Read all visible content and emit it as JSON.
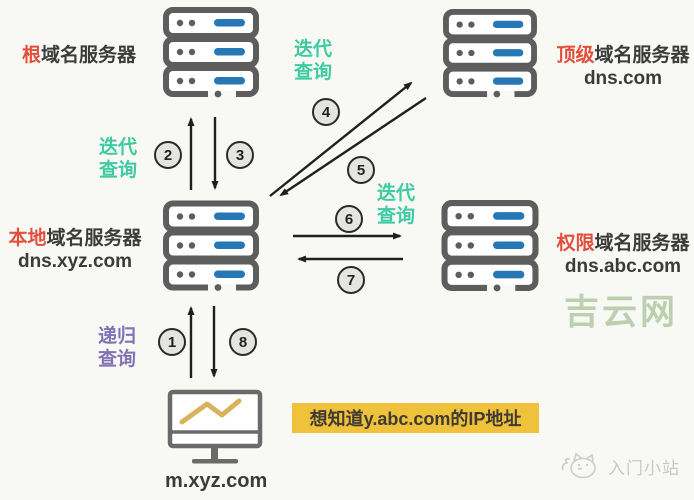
{
  "diagram_title": "DNS iterative and recursive query flow",
  "nodes": {
    "root": {
      "highlight": "根",
      "rest": "域名服务器",
      "domain": ""
    },
    "tld": {
      "highlight": "顶级",
      "rest": "域名服务器",
      "domain": "dns.com"
    },
    "local": {
      "highlight": "本地",
      "rest": "域名服务器",
      "domain": "dns.xyz.com"
    },
    "auth": {
      "highlight": "权限",
      "rest": "域名服务器",
      "domain": "dns.abc.com"
    },
    "client": {
      "domain": "m.xyz.com"
    }
  },
  "labels": {
    "iter_top": {
      "l1": "迭代",
      "l2": "查询"
    },
    "iter_left": {
      "l1": "迭代",
      "l2": "查询"
    },
    "iter_right": {
      "l1": "迭代",
      "l2": "查询"
    },
    "recursive": {
      "l1": "递归",
      "l2": "查询"
    }
  },
  "steps": [
    "1",
    "2",
    "3",
    "4",
    "5",
    "6",
    "7",
    "8"
  ],
  "callout": "想知道y.abc.com的IP地址",
  "watermarks": {
    "center": "吉云网",
    "bottom": "入门小站"
  },
  "icons": {
    "server": "server-stack-icon",
    "client": "monitor-chart-icon",
    "logo": "cat-doodle-icon"
  },
  "colors": {
    "red": "#e2503c",
    "teal": "#3ecba2",
    "purple": "#8173b6",
    "yellow": "#f0c23c",
    "server_gray": "#5d5d5d",
    "bar_blue": "#2577b5",
    "dark_text": "#3b3b3b",
    "watermark_green": "#bccfae",
    "watermark_gray": "#c9c9c9"
  }
}
